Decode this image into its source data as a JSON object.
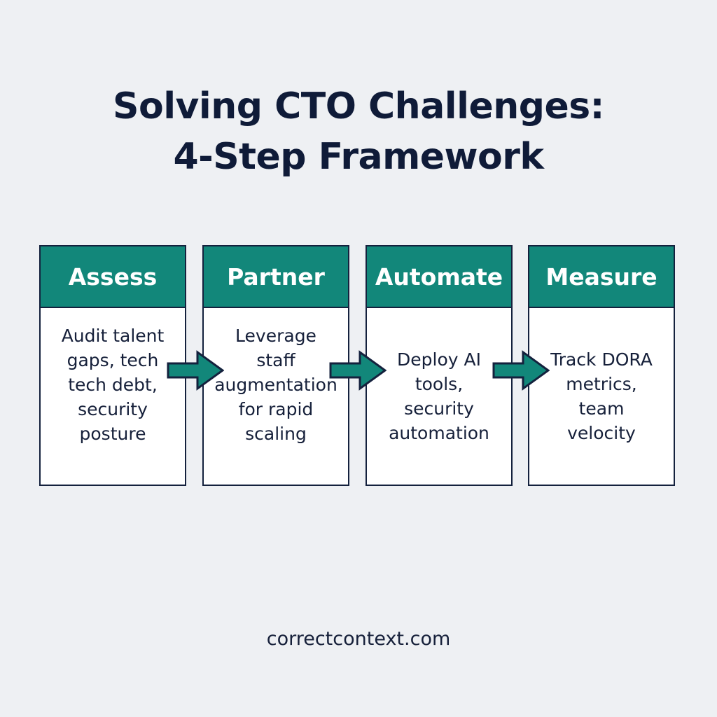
{
  "title": {
    "line1": "Solving CTO Challenges:",
    "line2": "4-Step Framework"
  },
  "steps": [
    {
      "heading": "Assess",
      "body": [
        "Audit talent",
        "gaps, tech",
        "tech debt,",
        "security",
        "posture"
      ]
    },
    {
      "heading": "Partner",
      "body": [
        "Leverage",
        "staff",
        "augmentation",
        "for rapid",
        "scaling"
      ]
    },
    {
      "heading": "Automate",
      "body": [
        "Deploy AI",
        "tools,",
        "security",
        "automation"
      ]
    },
    {
      "heading": "Measure",
      "body": [
        "Track DORA",
        "metrics,",
        "team",
        "velocity"
      ]
    }
  ],
  "colors": {
    "background": "#eef0f3",
    "header": "#12877a",
    "border": "#14213d",
    "arrow": "#12877a",
    "text": "#0f1b38"
  },
  "icons": [
    "arrow-right-icon"
  ],
  "footer": {
    "text": "correctcontext.com"
  }
}
